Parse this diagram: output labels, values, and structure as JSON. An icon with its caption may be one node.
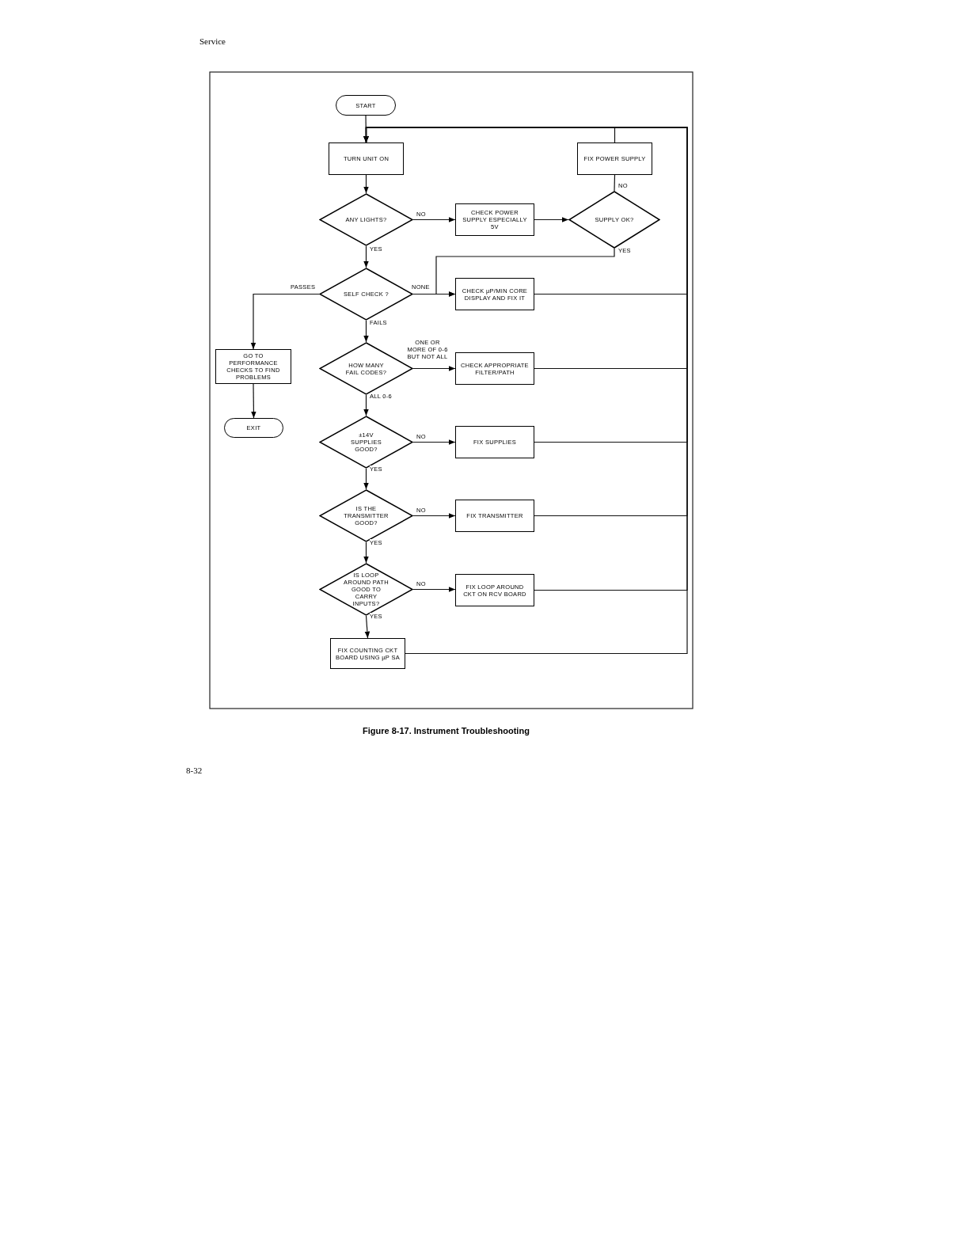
{
  "diagram": {
    "caption": "Figure 8-17. Instrument Troubleshooting",
    "nodes": [
      {
        "text": [
          "START"
        ]
      },
      {
        "text": [
          "TURN UNIT ON"
        ]
      },
      {
        "text": [
          "FIX POWER SUPPLY"
        ]
      },
      {
        "text": [
          "ANY LIGHTS?"
        ]
      },
      {
        "text": [
          "CHECK POWER SUPPLY ESPECIALLY 5V"
        ]
      },
      {
        "text": [
          "SUPPLY OK?"
        ]
      },
      {
        "text": [
          "SELF CHECK ?"
        ]
      },
      {
        "text": [
          "CHECK µP/MIN CORE DISPLAY AND FIX IT"
        ]
      },
      {
        "text": [
          "GO TO PERFORMANCE CHECKS TO FIND PROBLEMS"
        ]
      },
      {
        "text": [
          "HOW MANY FAIL CODES?"
        ]
      },
      {
        "text": [
          "CHECK APPROPRIATE FILTER/PATH"
        ]
      },
      {
        "text": [
          "EXIT"
        ]
      },
      {
        "text": [
          "±14V SUPPLIES GOOD?"
        ]
      },
      {
        "text": [
          "FIX SUPPLIES"
        ]
      },
      {
        "text": [
          "IS THE TRANSMITTER GOOD?"
        ]
      },
      {
        "text": [
          "FIX TRANSMITTER"
        ]
      },
      {
        "text": [
          "IS LOOP AROUND PATH GOOD TO CARRY INPUTS?"
        ]
      },
      {
        "text": [
          "FIX LOOP AROUND CKT ON RCV BOARD"
        ]
      },
      {
        "text": [
          "FIX COUNTING CKT BOARD USING µP SA"
        ]
      }
    ],
    "edges": [
      {
        "from": 0,
        "to": 1,
        "arrow": "to"
      },
      {
        "from": 1,
        "to": 3,
        "arrow": "to"
      },
      {
        "from": 3,
        "to": 4,
        "arrow": "to",
        "label": "NO"
      },
      {
        "from": 4,
        "to": 5,
        "arrow": "to"
      },
      {
        "from": 5,
        "to": 2,
        "arrow": "none",
        "label": "NO"
      },
      {
        "from": 2,
        "to": 1,
        "arrow": "to"
      },
      {
        "from": 3,
        "to": 6,
        "arrow": "to",
        "label": "YES"
      },
      {
        "from": 5,
        "to": 7,
        "arrow": "to",
        "label": "YES"
      },
      {
        "from": 6,
        "to": 7,
        "arrow": "to",
        "label": "NONE"
      },
      {
        "from": 6,
        "to": 8,
        "arrow": "to",
        "label": "PASSES"
      },
      {
        "from": 6,
        "to": 9,
        "arrow": "to",
        "label": "FAILS"
      },
      {
        "from": 8,
        "to": 11,
        "arrow": "to"
      },
      {
        "from": 9,
        "to": 10,
        "arrow": "to",
        "label": "ONE OR MORE OF 0-6 BUT NOT ALL"
      },
      {
        "from": 9,
        "to": 12,
        "arrow": "to",
        "label": "ALL 0-6"
      },
      {
        "from": 12,
        "to": 13,
        "arrow": "to",
        "label": "NO"
      },
      {
        "from": 12,
        "to": 14,
        "arrow": "to",
        "label": "YES"
      },
      {
        "from": 14,
        "to": 15,
        "arrow": "to",
        "label": "NO"
      },
      {
        "from": 14,
        "to": 16,
        "arrow": "to",
        "label": "YES"
      },
      {
        "from": 16,
        "to": 17,
        "arrow": "to",
        "label": "NO"
      },
      {
        "from": 16,
        "to": 18,
        "arrow": "to",
        "label": "YES"
      },
      {
        "from": 7,
        "to": 1,
        "arrow": "to"
      },
      {
        "from": 10,
        "to": 1,
        "arrow": "to"
      },
      {
        "from": 13,
        "to": 1,
        "arrow": "to"
      },
      {
        "from": 15,
        "to": 1,
        "arrow": "to"
      },
      {
        "from": 17,
        "to": 1,
        "arrow": "to"
      },
      {
        "from": 18,
        "to": 1,
        "arrow": "to"
      }
    ],
    "labels": [
      "Service",
      "8-32"
    ]
  }
}
